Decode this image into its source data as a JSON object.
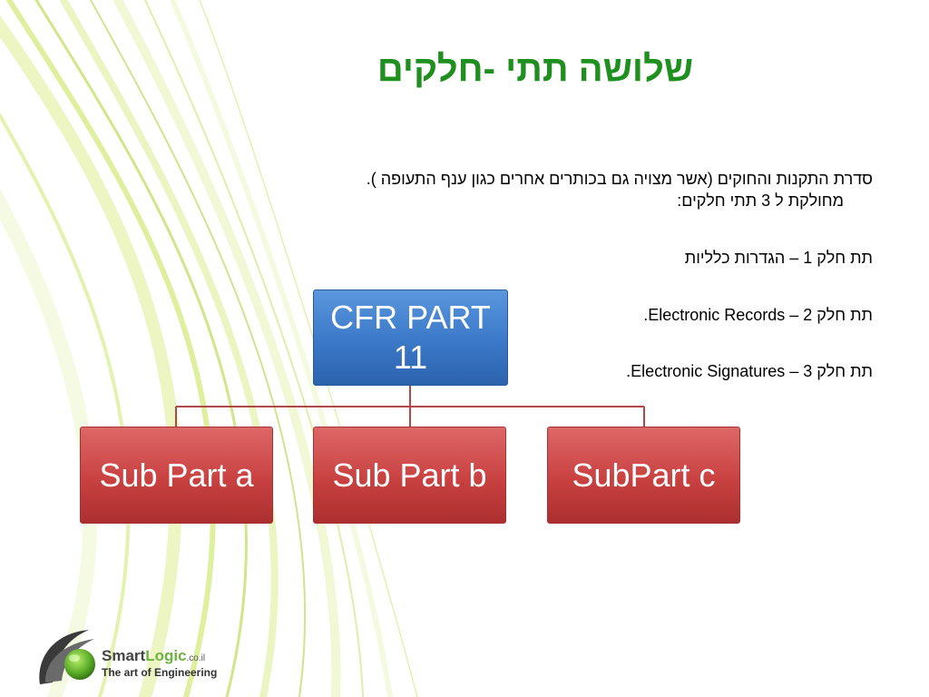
{
  "slide": {
    "title": "שלושה תתי -חלקים",
    "intro_line1": "סדרת התקנות והחוקים  (אשר מצויה גם בכותרים אחרים כגון ענף התעופה ).",
    "intro_line2": "מחולקת ל 3 תתי חלקים:",
    "bullets": [
      "תת חלק 1 – הגדרות כלליות",
      "תת חלק 2 – Electronic Records.",
      "תת חלק 3 – Electronic Signatures."
    ]
  },
  "org_chart": {
    "root": "CFR PART 11",
    "children": [
      "Sub Part a",
      "Sub Part b",
      "SubPart c"
    ],
    "colors": {
      "root_fill": "#3b78c8",
      "child_fill": "#c94141",
      "connector": "#b04848"
    }
  },
  "logo": {
    "brand": "SmartLogic",
    "brand_smart": "Smart",
    "brand_logic": "Logic",
    "domain": ".co.il",
    "tagline": "The art of Engineering",
    "colors": {
      "smart": "#444444",
      "logic": "#6cb33f"
    }
  },
  "theme": {
    "title_color": "#1f8f1f",
    "decor_color": "#c8de5a"
  }
}
